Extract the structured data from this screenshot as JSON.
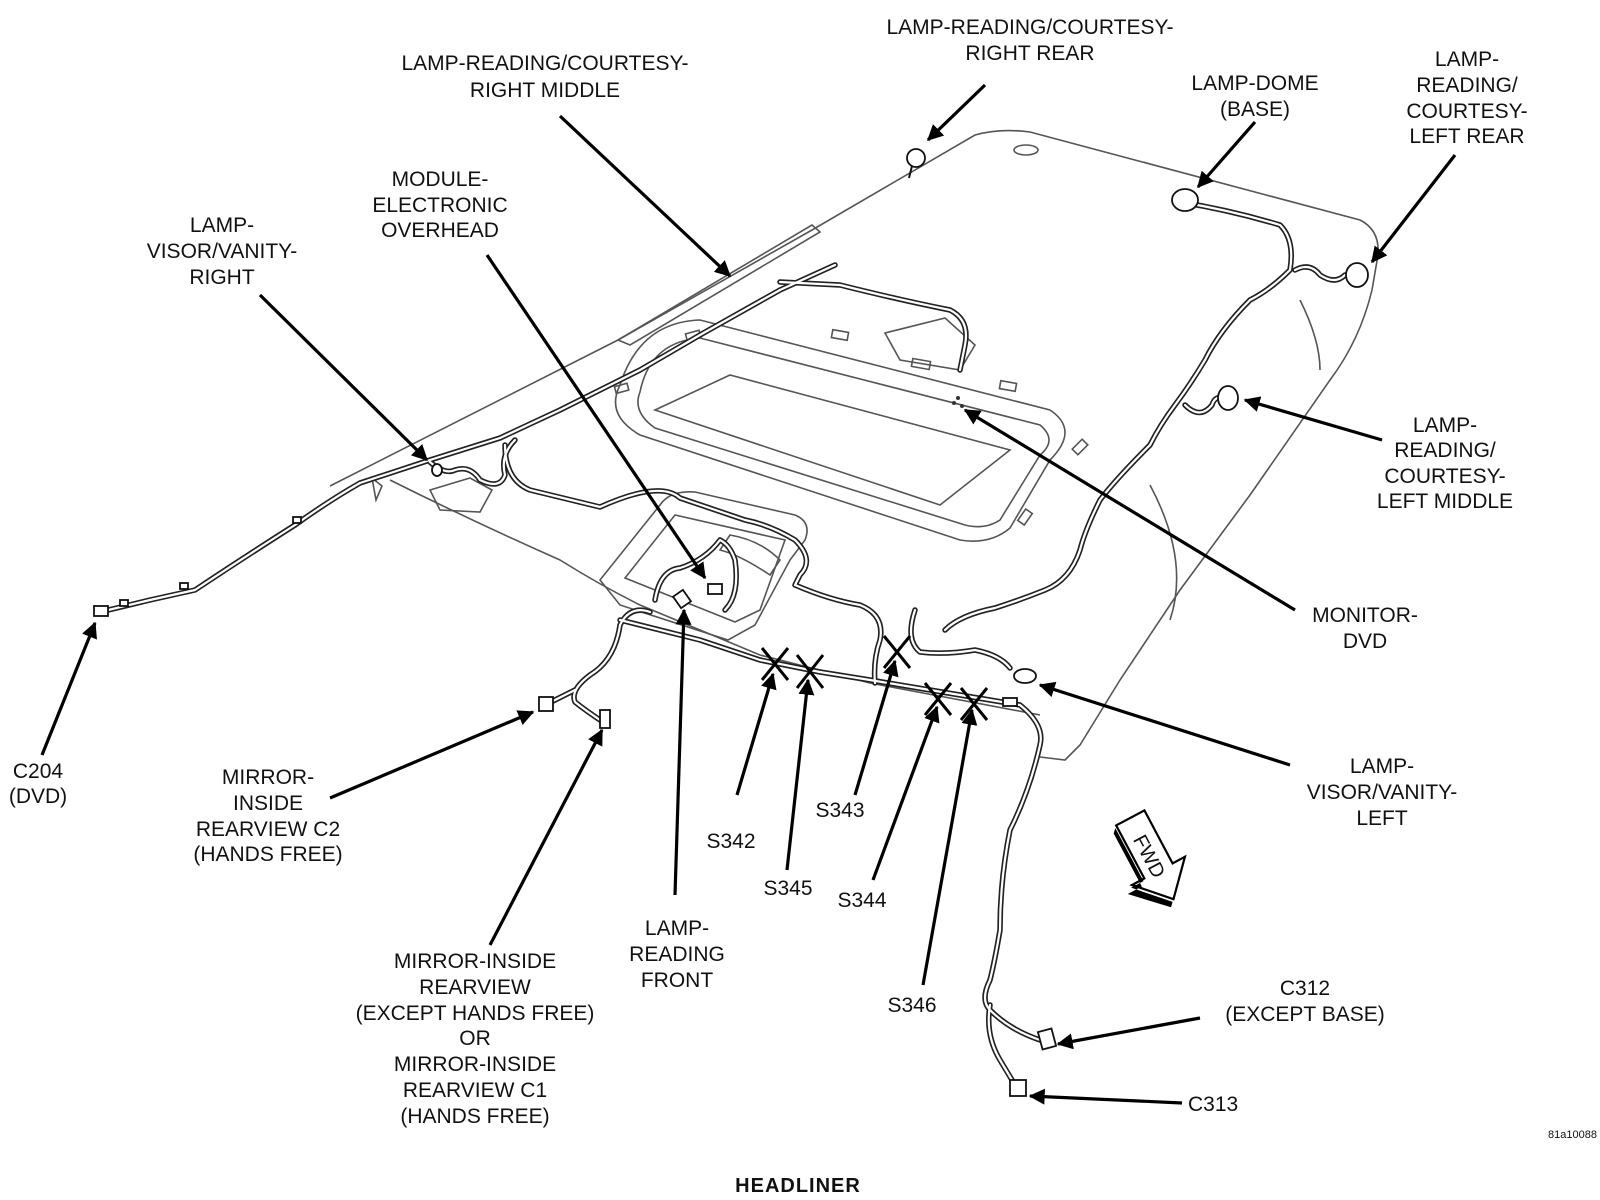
{
  "figure_title": "HEADLINER",
  "figure_id": "81a10088",
  "fwd_label": "FWD",
  "callouts": {
    "lamp_reading_courtesy_right_rear": [
      "LAMP-READING/COURTESY-",
      "RIGHT REAR"
    ],
    "lamp_reading_courtesy_right_middle": [
      "LAMP-READING/COURTESY-",
      "RIGHT MIDDLE"
    ],
    "lamp_dome_base": [
      "LAMP-DOME",
      "(BASE)"
    ],
    "lamp_reading_courtesy_left_rear": [
      "LAMP-",
      "READING/",
      "COURTESY-",
      "LEFT REAR"
    ],
    "module_electronic_overhead": [
      "MODULE-",
      "ELECTRONIC",
      "OVERHEAD"
    ],
    "lamp_visor_vanity_right": [
      "LAMP-",
      "VISOR/VANITY-",
      "RIGHT"
    ],
    "lamp_reading_courtesy_left_middle": [
      "LAMP-",
      "READING/",
      "COURTESY-",
      "LEFT MIDDLE"
    ],
    "monitor_dvd": [
      "MONITOR-",
      "DVD"
    ],
    "c204_dvd": [
      "C204",
      "(DVD)"
    ],
    "lamp_visor_vanity_left": [
      "LAMP-",
      "VISOR/VANITY-",
      "LEFT"
    ],
    "mirror_inside_rearview_c2": [
      "MIRROR-",
      "INSIDE",
      "REARVIEW C2",
      "(HANDS FREE)"
    ],
    "s342": [
      "S342"
    ],
    "s343": [
      "S343"
    ],
    "s345": [
      "S345"
    ],
    "s344": [
      "S344"
    ],
    "lamp_reading_front": [
      "LAMP-",
      "READING",
      "FRONT"
    ],
    "mirror_inside_rearview_c1": [
      "MIRROR-INSIDE",
      "REARVIEW",
      "(EXCEPT HANDS FREE)",
      "OR",
      "MIRROR-INSIDE",
      "REARVIEW C1",
      "(HANDS FREE)"
    ],
    "s346": [
      "S346"
    ],
    "c312_except_base": [
      "C312",
      "(EXCEPT BASE)"
    ],
    "c313": [
      "C313"
    ]
  }
}
